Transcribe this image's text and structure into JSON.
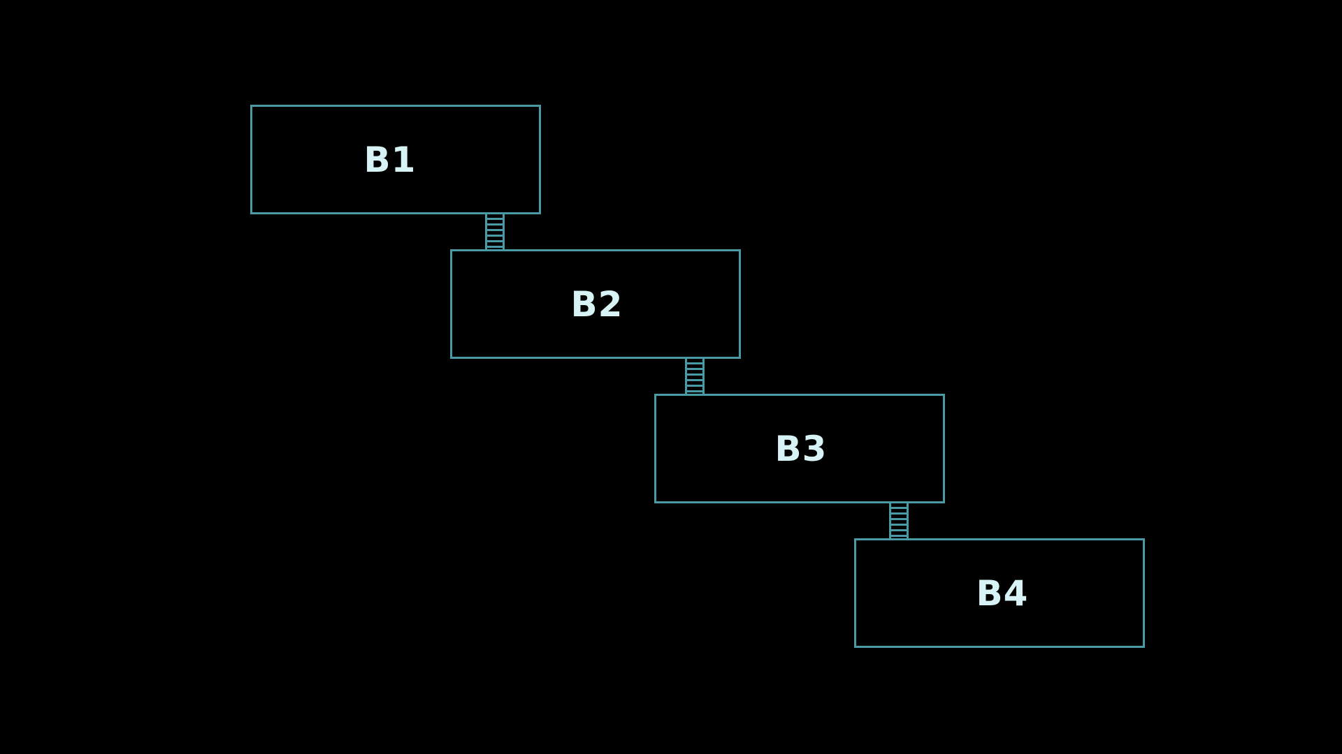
{
  "diagram": {
    "background_color": "#000000",
    "stroke_color": "#4a9aa5",
    "label_color": "#d8f3f5",
    "blocks": [
      {
        "label": "B1"
      },
      {
        "label": "B2"
      },
      {
        "label": "B3"
      },
      {
        "label": "B4"
      }
    ],
    "connectors": [
      {
        "from": "B1",
        "to": "B2",
        "style": "ladder"
      },
      {
        "from": "B2",
        "to": "B3",
        "style": "ladder"
      },
      {
        "from": "B3",
        "to": "B4",
        "style": "ladder"
      }
    ]
  }
}
